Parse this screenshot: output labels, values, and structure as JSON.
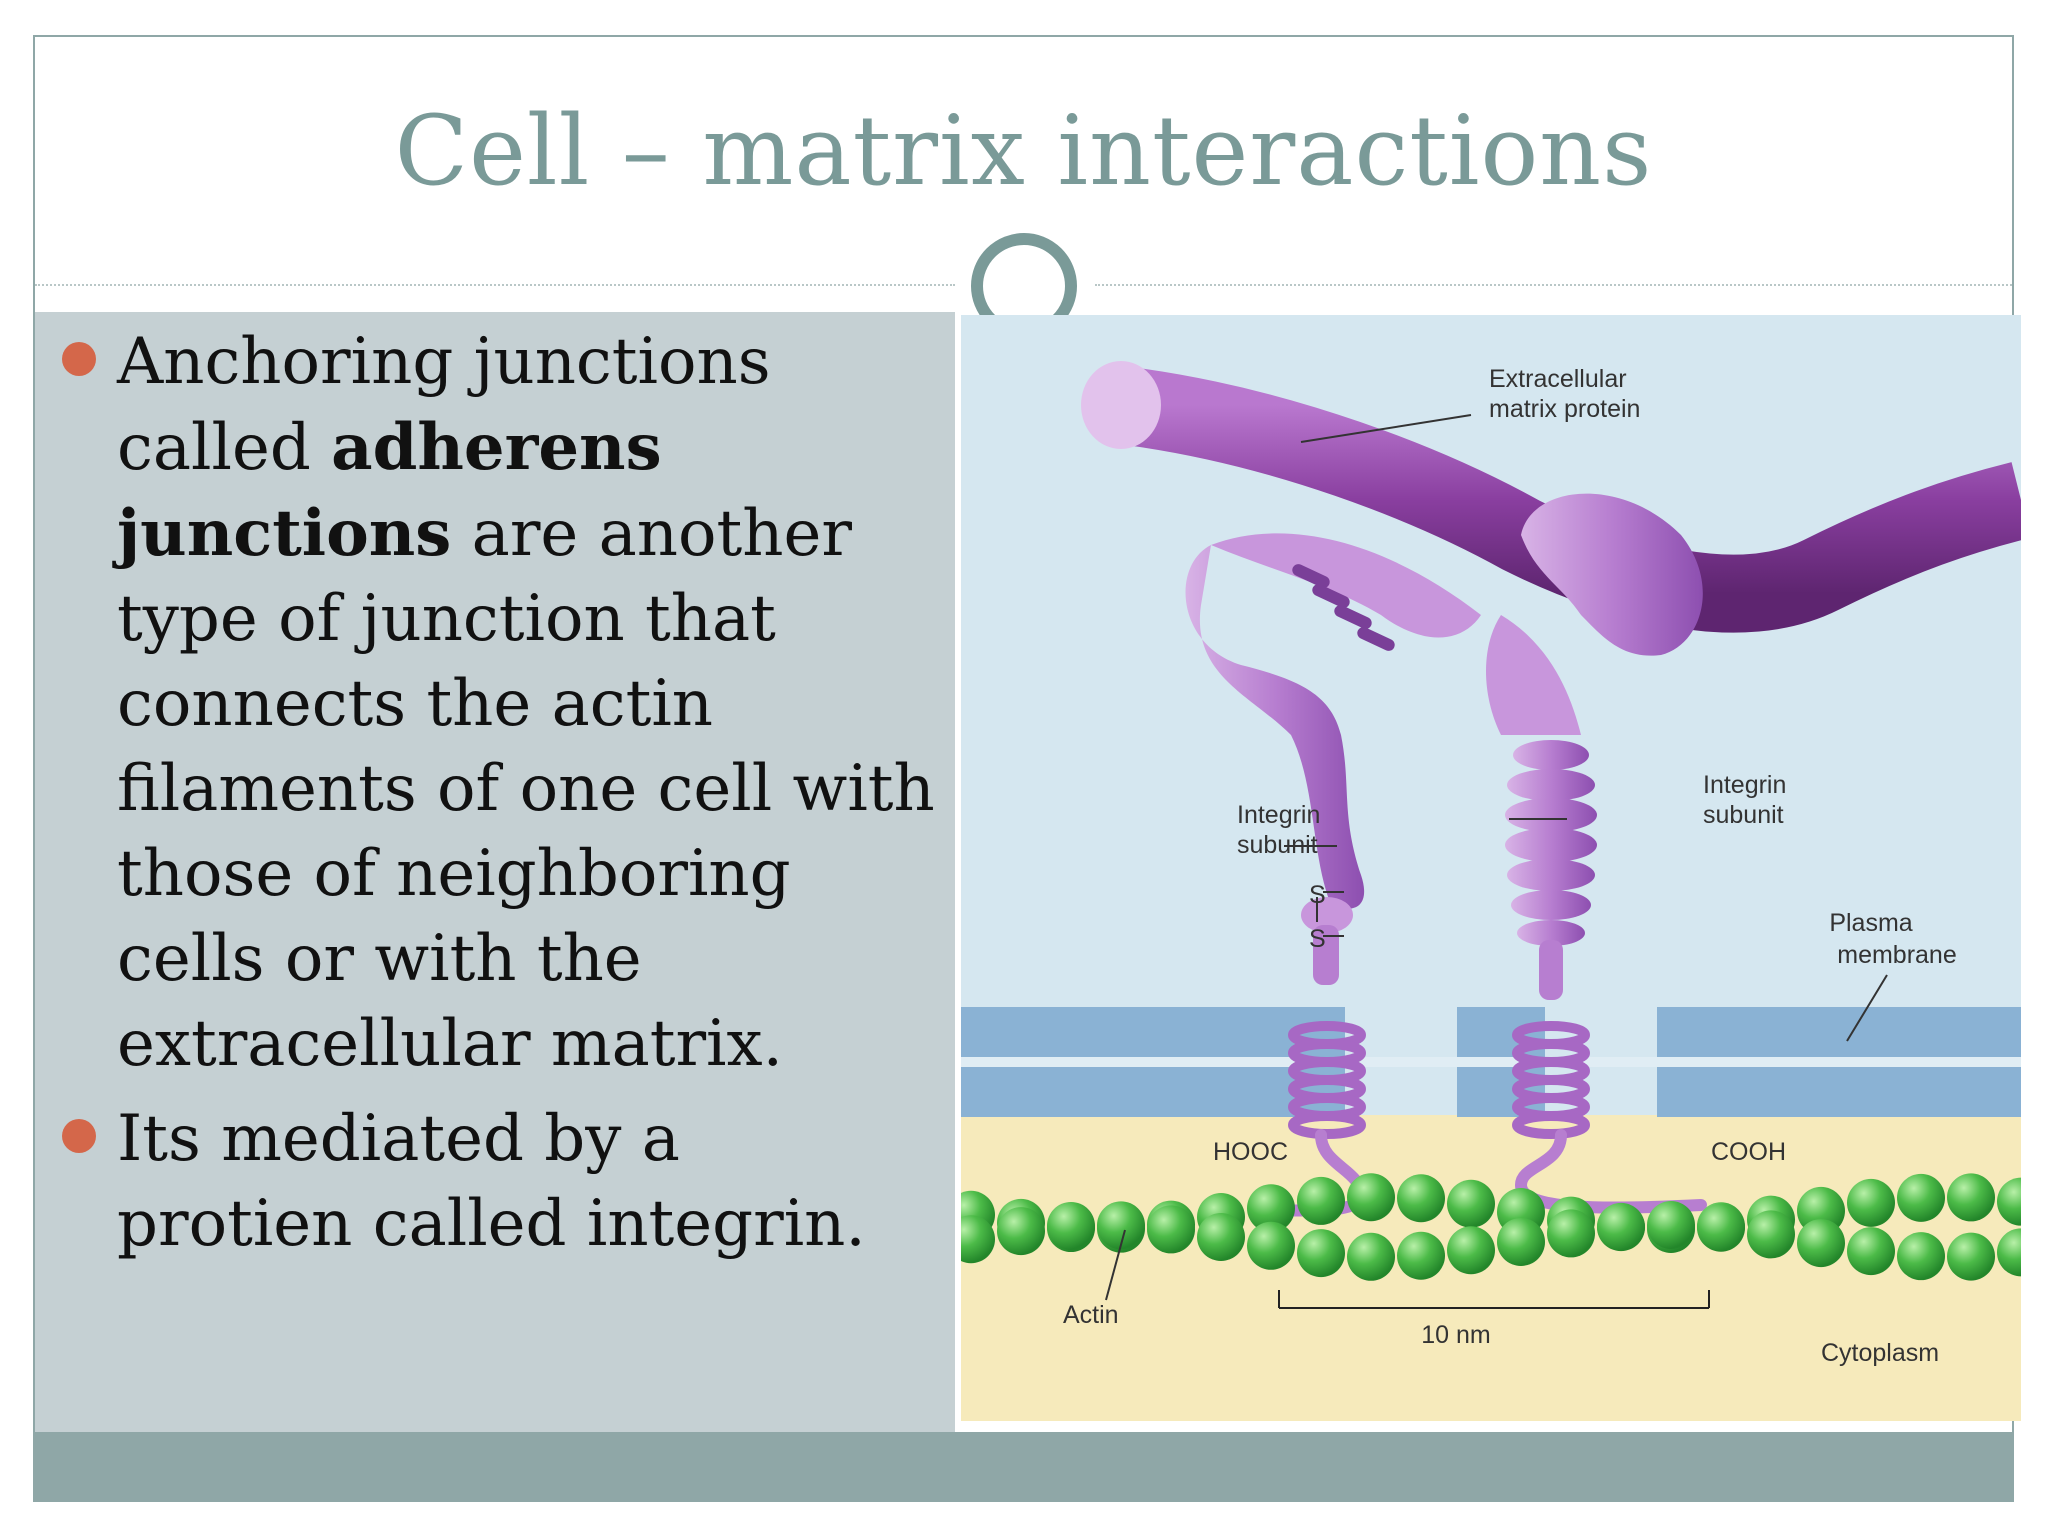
{
  "slide": {
    "title": "Cell – matrix interactions",
    "bullets": [
      {
        "segments": [
          {
            "text": "Anchoring junctions called ",
            "bold": false
          },
          {
            "text": "adherens junctions",
            "bold": true
          },
          {
            "text": " are another type of junction that connects the actin filaments of one cell with those of neighboring cells or with the extracellular matrix.",
            "bold": false
          }
        ]
      },
      {
        "segments": [
          {
            "text": "Its mediated by a protien called integrin.",
            "bold": false
          }
        ]
      }
    ]
  },
  "figure": {
    "labels": {
      "ecm_line1": "Extracellular",
      "ecm_line2": "matrix protein",
      "integrin_left_line1": "Integrin",
      "integrin_left_line2": "subunit",
      "integrin_right_line1": "Integrin",
      "integrin_right_line2": "subunit",
      "plasma_line1": "Plasma",
      "plasma_line2": "membrane",
      "ss_top": "S",
      "ss_bottom": "S",
      "hooc": "HOOC",
      "cooh": "COOH",
      "actin": "Actin",
      "scale": "10 nm",
      "cytoplasm": "Cytoplasm"
    },
    "colors": {
      "extracellular_bg": "#d5e7f0",
      "cytoplasm_bg": "#f6eabb",
      "membrane": "#8ab2d4",
      "protein": "#b77ed0",
      "ecm_fiber": "#8a3fa0",
      "actin": "#4cbb48"
    }
  },
  "theme": {
    "accent": "#7a9a98",
    "bullet": "#d4674a",
    "panel": "#c5d0d3",
    "band": "#8fa7a7"
  }
}
